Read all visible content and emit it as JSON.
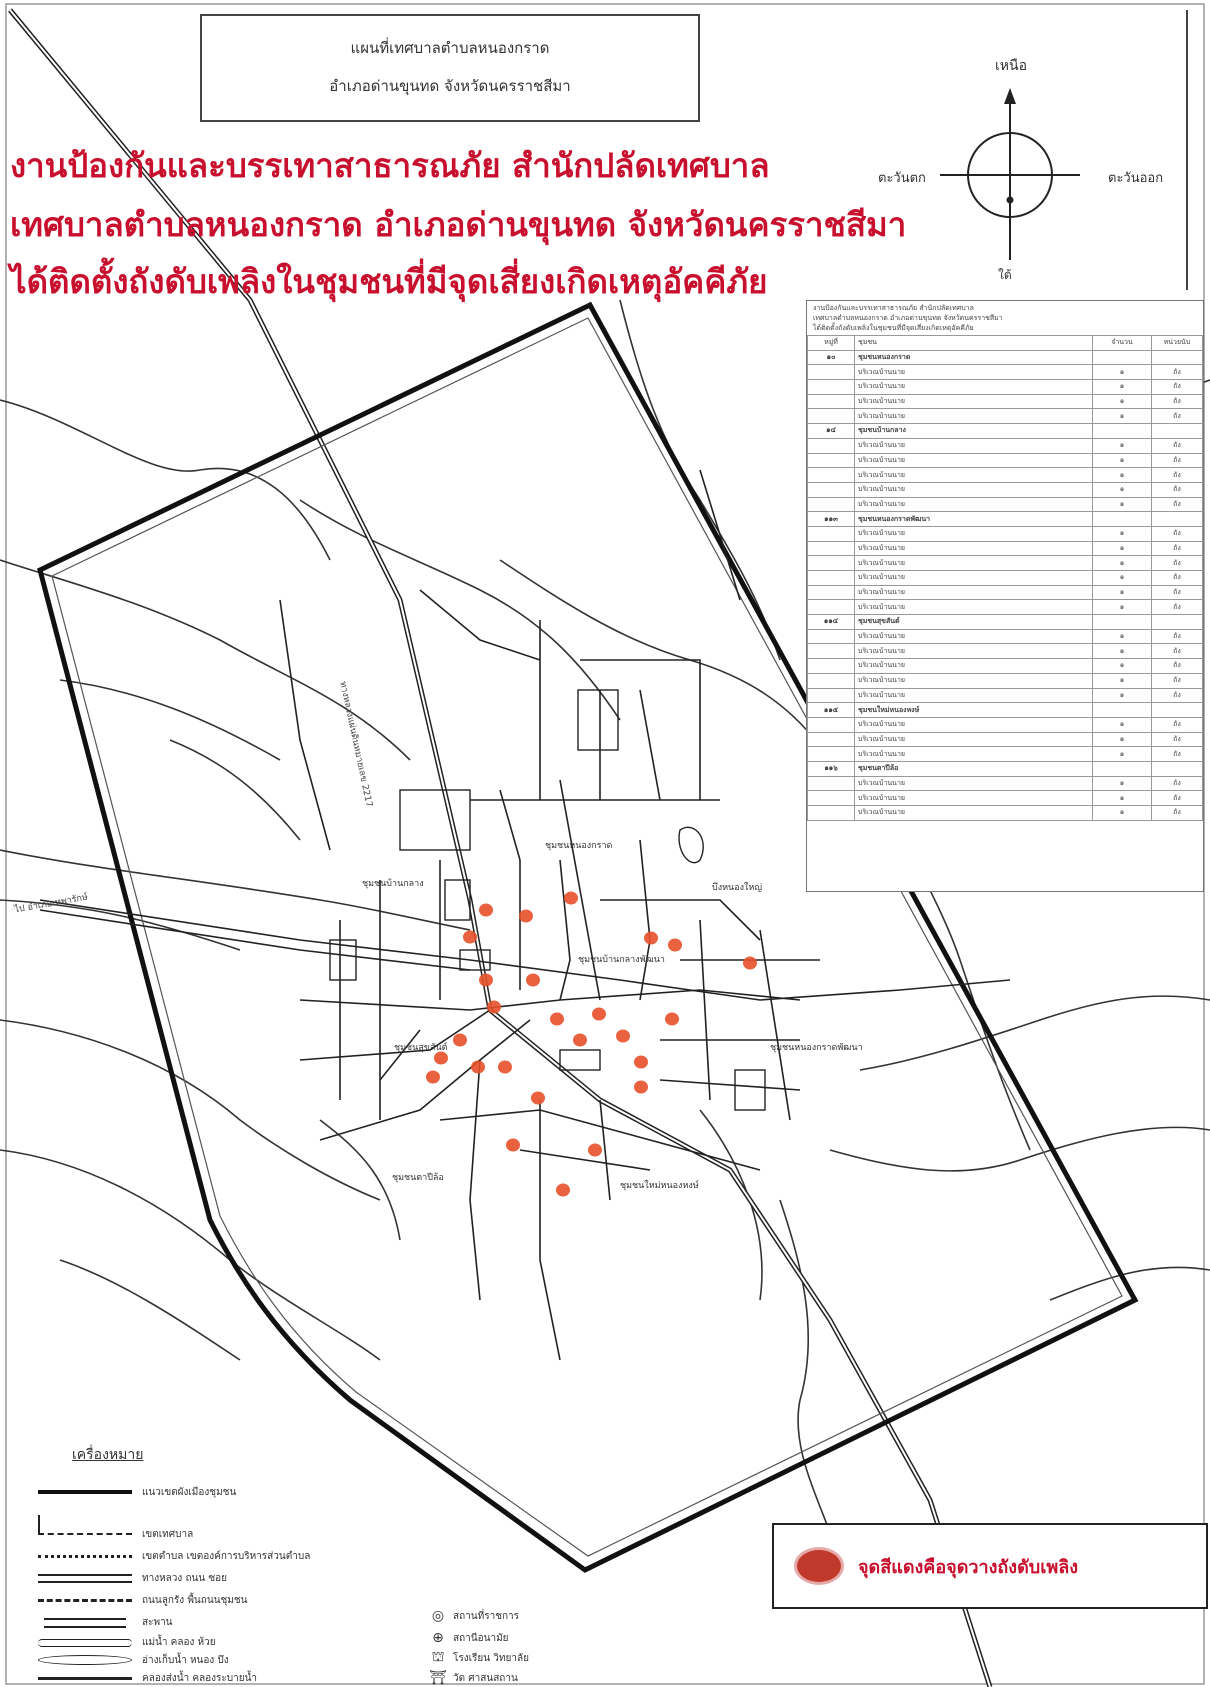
{
  "map_title": {
    "line1": "แผนที่เทศบาลตำบลหนองกราด",
    "line2": "อำเภอด่านขุนทด จังหวัดนครราชสีมา"
  },
  "headline": [
    "งานป้องกันและบรรเทาสาธารณภัย  สำนักปลัดเทศบาล",
    "เทศบาลตำบลหนองกราด  อำเภอด่านขุนทด จังหวัดนครราชสีมา",
    "ได้ติดตั้งถังดับเพลิงในชุมชนที่มีจุดเสี่ยงเกิดเหตุอัคคีภัย"
  ],
  "compass": {
    "north": "เหนือ",
    "south": "ใต้",
    "west": "ตะวันตก",
    "east": "ตะวันออก"
  },
  "table": {
    "header_lines": [
      "งานป้องกันและบรรเทาสาธารณภัย สำนักปลัดเทศบาล",
      "เทศบาลตำบลหนองกราด อำเภอด่านขุนทด จังหวัดนครราชสีมา",
      "ได้ติดตั้งถังดับเพลิงในชุมชนที่มีจุดเสี่ยงเกิดเหตุอัคคีภัย"
    ],
    "columns": [
      "หมู่ที่",
      "ชุมชน",
      "จำนวน",
      "หน่วยนับ"
    ],
    "rows": [
      {
        "moo": "๑๐",
        "name": "ชุมชนหนองกราด",
        "qty": "",
        "unit": "",
        "group": true
      },
      {
        "moo": "",
        "name": "บริเวณบ้านนาย",
        "qty": "๑",
        "unit": "ถัง"
      },
      {
        "moo": "",
        "name": "บริเวณบ้านนาย",
        "qty": "๑",
        "unit": "ถัง"
      },
      {
        "moo": "",
        "name": "บริเวณบ้านนาย",
        "qty": "๑",
        "unit": "ถัง"
      },
      {
        "moo": "",
        "name": "บริเวณบ้านนาย",
        "qty": "๑",
        "unit": "ถัง"
      },
      {
        "moo": "๑๔",
        "name": "ชุมชนบ้านกลาง",
        "qty": "",
        "unit": "",
        "group": true
      },
      {
        "moo": "",
        "name": "บริเวณบ้านนาย",
        "qty": "๑",
        "unit": "ถัง"
      },
      {
        "moo": "",
        "name": "บริเวณบ้านนาย",
        "qty": "๑",
        "unit": "ถัง"
      },
      {
        "moo": "",
        "name": "บริเวณบ้านนาย",
        "qty": "๑",
        "unit": "ถัง"
      },
      {
        "moo": "",
        "name": "บริเวณบ้านนาย",
        "qty": "๑",
        "unit": "ถัง"
      },
      {
        "moo": "",
        "name": "บริเวณบ้านนาย",
        "qty": "๑",
        "unit": "ถัง"
      },
      {
        "moo": "๑๑๓",
        "name": "ชุมชนหนองกราดพัฒนา",
        "qty": "",
        "unit": "",
        "group": true
      },
      {
        "moo": "",
        "name": "บริเวณบ้านนาย",
        "qty": "๑",
        "unit": "ถัง"
      },
      {
        "moo": "",
        "name": "บริเวณบ้านนาย",
        "qty": "๑",
        "unit": "ถัง"
      },
      {
        "moo": "",
        "name": "บริเวณบ้านนาย",
        "qty": "๑",
        "unit": "ถัง"
      },
      {
        "moo": "",
        "name": "บริเวณบ้านนาย",
        "qty": "๑",
        "unit": "ถัง"
      },
      {
        "moo": "",
        "name": "บริเวณบ้านนาย",
        "qty": "๑",
        "unit": "ถัง"
      },
      {
        "moo": "",
        "name": "บริเวณบ้านนาย",
        "qty": "๑",
        "unit": "ถัง"
      },
      {
        "moo": "๑๑๔",
        "name": "ชุมชนสุขสันต์",
        "qty": "",
        "unit": "",
        "group": true
      },
      {
        "moo": "",
        "name": "บริเวณบ้านนาย",
        "qty": "๑",
        "unit": "ถัง"
      },
      {
        "moo": "",
        "name": "บริเวณบ้านนาย",
        "qty": "๑",
        "unit": "ถัง"
      },
      {
        "moo": "",
        "name": "บริเวณบ้านนาย",
        "qty": "๑",
        "unit": "ถัง"
      },
      {
        "moo": "",
        "name": "บริเวณบ้านนาย",
        "qty": "๑",
        "unit": "ถัง"
      },
      {
        "moo": "",
        "name": "บริเวณบ้านนาย",
        "qty": "๑",
        "unit": "ถัง"
      },
      {
        "moo": "๑๑๕",
        "name": "ชุมชนใหม่หนองหงษ์",
        "qty": "",
        "unit": "",
        "group": true
      },
      {
        "moo": "",
        "name": "บริเวณบ้านนาย",
        "qty": "๑",
        "unit": "ถัง"
      },
      {
        "moo": "",
        "name": "บริเวณบ้านนาย",
        "qty": "๑",
        "unit": "ถัง"
      },
      {
        "moo": "",
        "name": "บริเวณบ้านนาย",
        "qty": "๑",
        "unit": "ถัง"
      },
      {
        "moo": "๑๑๖",
        "name": "ชุมชนตาปีล้อ",
        "qty": "",
        "unit": "",
        "group": true
      },
      {
        "moo": "",
        "name": "บริเวณบ้านนาย",
        "qty": "๑",
        "unit": "ถัง"
      },
      {
        "moo": "",
        "name": "บริเวณบ้านนาย",
        "qty": "๑",
        "unit": "ถัง"
      },
      {
        "moo": "",
        "name": "บริเวณบ้านนาย",
        "qty": "๑",
        "unit": "ถัง"
      }
    ]
  },
  "zones": [
    {
      "name": "ชุมชนหนองกราด"
    },
    {
      "name": "ชุมชนบ้านกลาง"
    },
    {
      "name": "บึงหนองใหญ่"
    },
    {
      "name": "ชุมชนบ้านกลางพัฒนา"
    },
    {
      "name": "ชุมชนสุขสันต์"
    },
    {
      "name": "ชุมชนหนองกราดพัฒนา"
    },
    {
      "name": "ชุมชนตาปีล้อ"
    },
    {
      "name": "ชุมชนใหม่หนองหงษ์"
    }
  ],
  "road_labels": [
    {
      "text": "ไป อำเภอเทพารักษ์"
    },
    {
      "text": "ทางหลวงแผ่นดินหมายเลข 2217"
    }
  ],
  "legend": {
    "title": "เครื่องหมาย",
    "items": [
      "แนวเขตผังเมืองชุมชน",
      "เขตเทศบาล",
      "เขตตำบล เขตองค์การบริหารส่วนตำบล",
      "ทางหลวง ถนน ซอย",
      "ถนนลูกรัง พื้นถนนชุมชน",
      "สะพาน",
      "แม่น้ำ คลอง ห้วย",
      "อ่างเก็บน้ำ หนอง บึง",
      "คลองส่งน้ำ คลองระบายน้ำ"
    ],
    "places": [
      {
        "icon": "◎",
        "label": "สถานที่ราชการ"
      },
      {
        "icon": "⊕",
        "label": "สถานีอนามัย"
      },
      {
        "icon": "⛫",
        "label": "โรงเรียน วิทยาลัย"
      },
      {
        "icon": "⛩",
        "label": "วัด ศาสนสถาน"
      }
    ]
  },
  "red_legend": {
    "text": "จุดสีแดงคือจุดวางถังดับเพลิง",
    "color": "#c0392b"
  },
  "fire_points": [
    {
      "lon_est": 486,
      "lat_est": 910
    },
    {
      "lon_est": 526,
      "lat_est": 916
    },
    {
      "lon_est": 571,
      "lat_est": 898
    },
    {
      "lon_est": 470,
      "lat_est": 937
    },
    {
      "lon_est": 651,
      "lat_est": 938
    },
    {
      "lon_est": 675,
      "lat_est": 945
    },
    {
      "lon_est": 750,
      "lat_est": 963
    },
    {
      "lon_est": 486,
      "lat_est": 980
    },
    {
      "lon_est": 533,
      "lat_est": 980
    },
    {
      "lon_est": 494,
      "lat_est": 1007
    },
    {
      "lon_est": 557,
      "lat_est": 1019
    },
    {
      "lon_est": 599,
      "lat_est": 1014
    },
    {
      "lon_est": 672,
      "lat_est": 1019
    },
    {
      "lon_est": 460,
      "lat_est": 1040
    },
    {
      "lon_est": 580,
      "lat_est": 1040
    },
    {
      "lon_est": 623,
      "lat_est": 1036
    },
    {
      "lon_est": 441,
      "lat_est": 1058
    },
    {
      "lon_est": 478,
      "lat_est": 1067
    },
    {
      "lon_est": 505,
      "lat_est": 1067
    },
    {
      "lon_est": 433,
      "lat_est": 1077
    },
    {
      "lon_est": 641,
      "lat_est": 1062
    },
    {
      "lon_est": 641,
      "lat_est": 1087
    },
    {
      "lon_est": 538,
      "lat_est": 1098
    },
    {
      "lon_est": 513,
      "lat_est": 1145
    },
    {
      "lon_est": 595,
      "lat_est": 1150
    },
    {
      "lon_est": 563,
      "lat_est": 1190
    }
  ]
}
